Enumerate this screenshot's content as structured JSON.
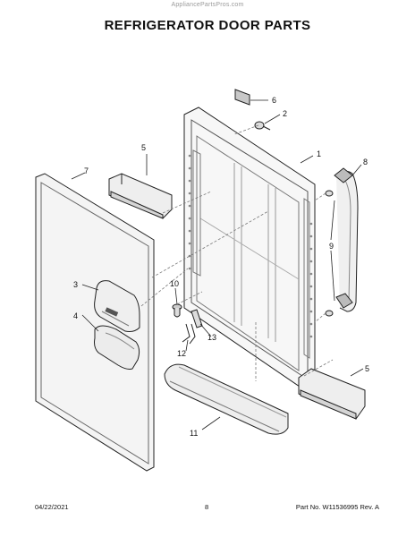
{
  "header": {
    "watermark": "AppliancePartsPros.com",
    "title": "REFRIGERATOR DOOR PARTS"
  },
  "callouts": {
    "c1": "1",
    "c2": "2",
    "c3": "3",
    "c4": "4",
    "c5a": "5",
    "c5b": "5",
    "c6": "6",
    "c7": "7",
    "c8": "8",
    "c9": "9",
    "c10": "10",
    "c11": "11",
    "c12": "12",
    "c13": "13"
  },
  "footer": {
    "date": "04/22/2021",
    "page": "8",
    "part_rev": "Part No. W11536995  Rev. A"
  }
}
